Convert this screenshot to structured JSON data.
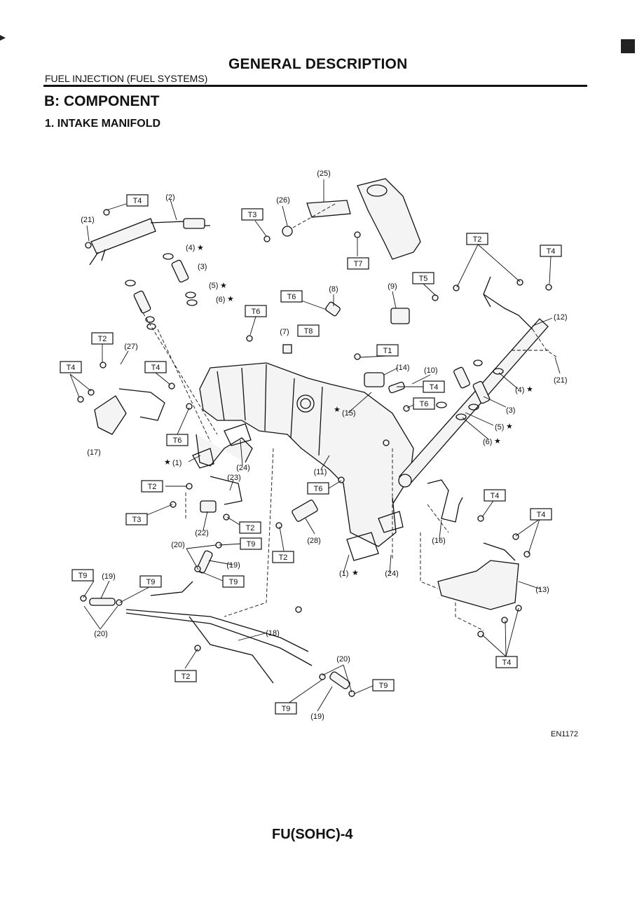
{
  "header": {
    "title": "GENERAL DESCRIPTION",
    "section": "FUEL INJECTION (FUEL SYSTEMS)"
  },
  "headings": {
    "component": "B:  COMPONENT",
    "intake_manifold": "1.  INTAKE MANIFOLD"
  },
  "figure": {
    "code": "EN1172",
    "torque_labels": {
      "t1": "T1",
      "t2": "T2",
      "t3": "T3",
      "t4": "T4",
      "t5": "T5",
      "t6": "T6",
      "t7": "T7",
      "t8": "T8",
      "t9": "T9"
    },
    "callouts": {
      "c1": "(1)",
      "c2": "(2)",
      "c3": "(3)",
      "c4": "(4)",
      "c5": "(5)",
      "c6": "(6)",
      "c7": "(7)",
      "c8": "(8)",
      "c9": "(9)",
      "c10": "(10)",
      "c11": "(11)",
      "c12": "(12)",
      "c13": "(13)",
      "c14": "(14)",
      "c15": "(15)",
      "c16": "(16)",
      "c17": "(17)",
      "c18": "(18)",
      "c19": "(19)",
      "c20": "(20)",
      "c21": "(21)",
      "c22": "(22)",
      "c23": "(23)",
      "c24": "(24)",
      "c25": "(25)",
      "c26": "(26)",
      "c27": "(27)",
      "c28": "(28)"
    },
    "star": "★"
  },
  "footer": {
    "page": "FU(SOHC)-4"
  }
}
